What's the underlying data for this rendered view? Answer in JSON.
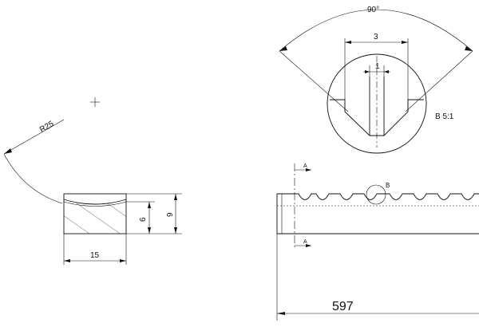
{
  "drawing": {
    "left_view": {
      "radius_label": "R25",
      "width_label": "15",
      "height_label": "9",
      "depth_label": "6"
    },
    "detail_view": {
      "angle_label": "90°",
      "top_width_label": "3",
      "slot_width_label": "1",
      "detail_label": "B 5:1"
    },
    "rack_view": {
      "section_top_label": "A",
      "section_bottom_label": "A",
      "detail_marker_label": "B",
      "length_label": "597"
    }
  }
}
